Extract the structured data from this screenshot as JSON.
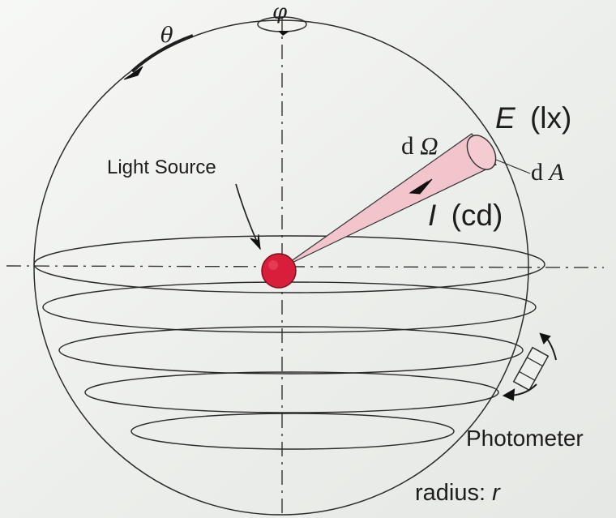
{
  "labels": {
    "phi": "φ",
    "theta": "θ",
    "illuminance_symbol": "E",
    "illuminance_unit": "(lx)",
    "solid_angle_prefix": "d",
    "solid_angle_symbol": "Ω",
    "light_source": "Light Source",
    "area_prefix": "d",
    "area_symbol": "A",
    "intensity_symbol": "I",
    "intensity_unit": "(cd)",
    "photometer": "Photometer",
    "radius_prefix": "radius: ",
    "radius_symbol": "r"
  },
  "colors": {
    "paper_background": "#eef0ee",
    "line": "#2b2b2b",
    "light_source_fill": "#d81e3a",
    "cone_fill": "#f2c4cc",
    "text": "#1d1d1d"
  }
}
